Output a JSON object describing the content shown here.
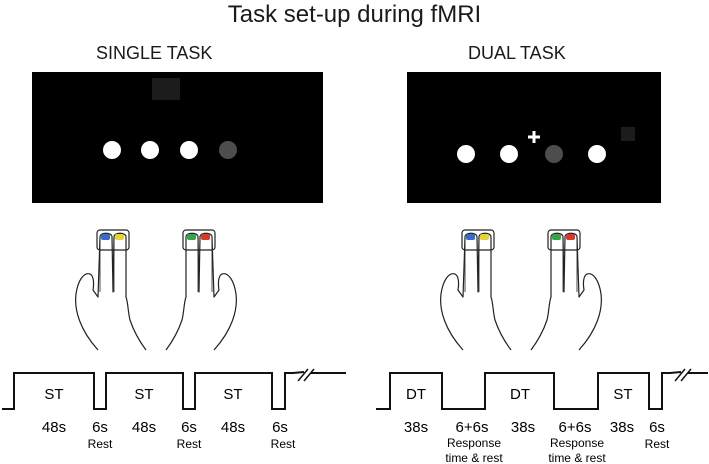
{
  "title": "Task set-up during fMRI",
  "panels": [
    {
      "title": "SINGLE TASK"
    },
    {
      "title": "DUAL TASK"
    }
  ],
  "single_timeline": {
    "blocks": [
      "ST",
      "ST",
      "ST"
    ],
    "durations": [
      "48s",
      "6s",
      "48s",
      "6s",
      "48s",
      "6s"
    ],
    "rest_labels": [
      "Rest",
      "Rest",
      "Rest"
    ]
  },
  "dual_timeline": {
    "blocks": [
      "DT",
      "DT",
      "ST"
    ],
    "durations": [
      "38s",
      "6+6s",
      "38s",
      "6+6s",
      "38s",
      "6s"
    ],
    "rest_labels": [
      "Response",
      "time & rest",
      "Response",
      "time & rest",
      "Rest"
    ]
  },
  "colors": {
    "screen": "#000000",
    "stimulus_on": "#ffffff",
    "stimulus_off": "#4d4d4d",
    "fingernail_blue": "#3a6bc4",
    "fingernail_yellow": "#e8d23a",
    "fingernail_green": "#3aa34a",
    "fingernail_red": "#d43a2a"
  }
}
